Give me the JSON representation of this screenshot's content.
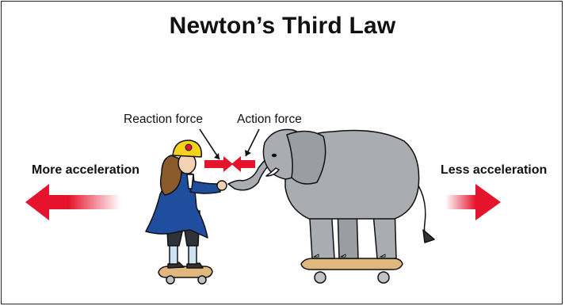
{
  "diagram": {
    "title": "Newton’s Third Law",
    "labels": {
      "reaction": "Reaction force",
      "action": "Action force",
      "left_effect": "More acceleration",
      "right_effect": "Less acceleration"
    },
    "colors": {
      "arrow_red": "#e5132b",
      "elephant_gray": "#a9acb0",
      "coat_blue": "#1f4e9e",
      "helmet_yellow": "#f5d31c",
      "skateboard_tan": "#e0b87e"
    }
  }
}
